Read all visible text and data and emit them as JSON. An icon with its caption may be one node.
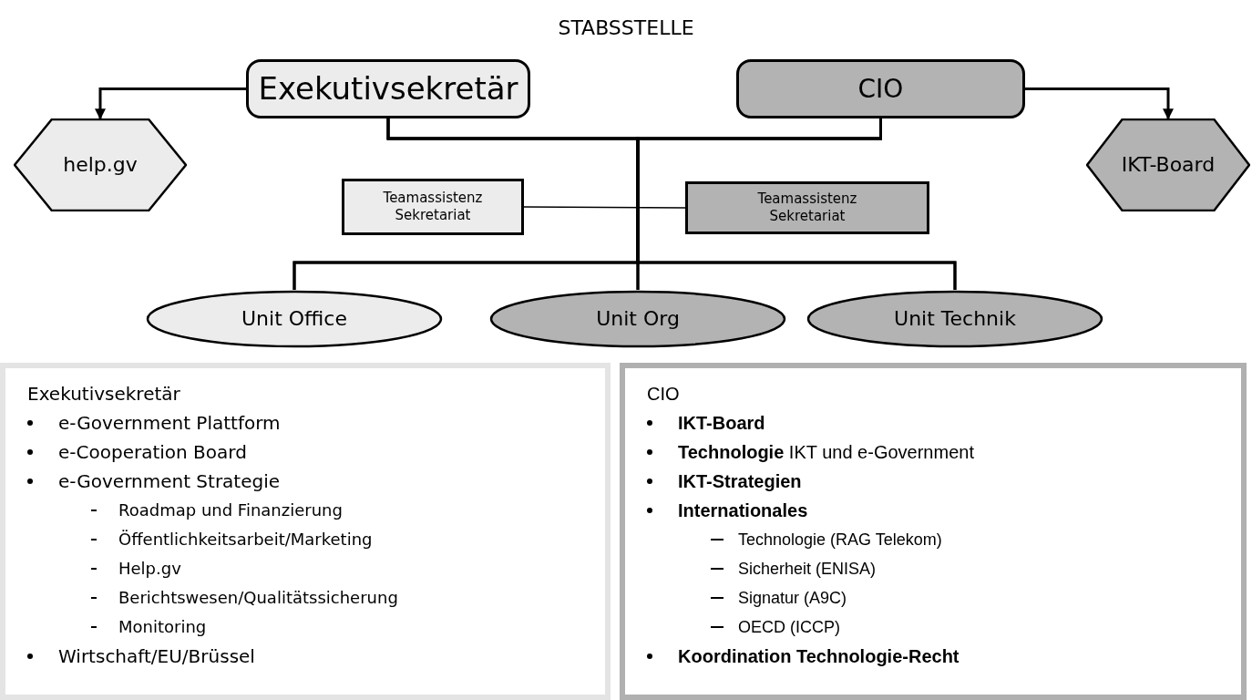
{
  "diagram": {
    "title": "STABSSTELLE",
    "nodes": [
      {
        "text": [
          "Exekutivsekretär"
        ]
      },
      {
        "text": [
          "CIO"
        ]
      },
      {
        "text": [
          "help.gv"
        ]
      },
      {
        "text": [
          "IKT-Board"
        ]
      },
      {
        "text": [
          "Teamassistenz Sekretariat"
        ]
      },
      {
        "text": [
          "Teamassistenz Sekretariat"
        ]
      },
      {
        "text": [
          "Unit Office"
        ]
      },
      {
        "text": [
          "Unit Org"
        ]
      },
      {
        "text": [
          "Unit Technik"
        ]
      },
      {
        "text": [
          "Exekutivsekretär",
          "e-Government Plattform",
          "e-Cooperation Board",
          "e-Government Strategie",
          "Roadmap und Finanzierung",
          "Öffentlichkeitsarbeit/Marketing",
          "Help.gv",
          "Berichtswesen/Qualitätssicherung",
          "Monitoring",
          "Wirtschaft/EU/Brüssel"
        ]
      },
      {
        "text": [
          "CIO",
          "IKT-Board",
          "**Technologie** IKT und e-Government",
          "IKT-Strategien",
          "Internationales",
          "Technologie (RAG Telekom)",
          "Sicherheit (ENISA)",
          "Signatur (A9C)",
          "OECD (ICCP)",
          "Koordination Technologie-Recht"
        ]
      }
    ],
    "edges": [
      {
        "from": 0,
        "to": 2,
        "arrow": "to"
      },
      {
        "from": 1,
        "to": 3,
        "arrow": "to"
      },
      {
        "from": 0,
        "to": 6,
        "arrow": "none"
      },
      {
        "from": 0,
        "to": 7,
        "arrow": "none"
      },
      {
        "from": 0,
        "to": 8,
        "arrow": "none"
      },
      {
        "from": 1,
        "to": 6,
        "arrow": "none"
      },
      {
        "from": 1,
        "to": 7,
        "arrow": "none"
      },
      {
        "from": 1,
        "to": 8,
        "arrow": "none"
      },
      {
        "from": 4,
        "to": 5,
        "arrow": "none"
      }
    ]
  }
}
